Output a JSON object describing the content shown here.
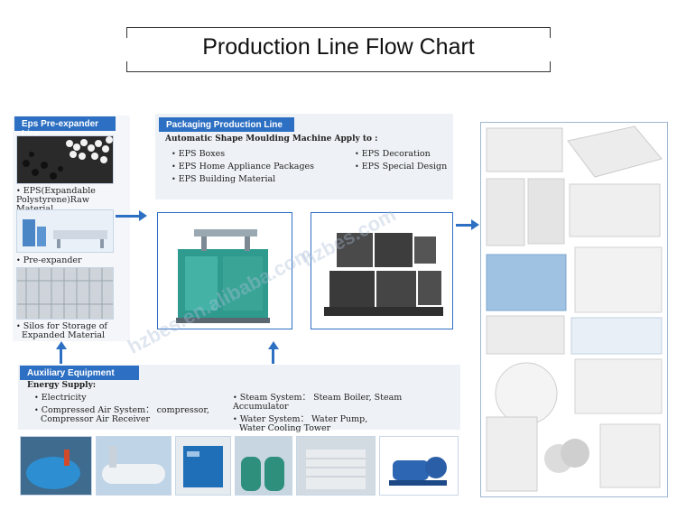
{
  "title": "Production Line Flow Chart",
  "eps_preexpander": {
    "tab_label": "Eps Pre-expander Line",
    "captions": [
      "EPS(Expandable",
      "Polystyrene)Raw Material",
      "Pre-expander",
      "Silos for Storage of",
      "Expanded Material"
    ]
  },
  "packaging": {
    "tab_label": "Packaging Production Line",
    "heading": "Automatic Shape Moulding Machine Apply to :",
    "col1": [
      "EPS Boxes",
      "EPS Home Appliance Packages",
      "EPS Building Material"
    ],
    "col2": [
      "EPS Decoration",
      "EPS Special Design"
    ]
  },
  "auxiliary": {
    "tab_label": "Auxiliary Equipment",
    "heading": "Energy Supply:",
    "col1": [
      "Electricity",
      "Compressed Air System： compressor,",
      "Compressor Air Receiver"
    ],
    "col2": [
      "Steam System： Steam Boiler,   Steam Accumulator",
      "Water System： Water Pump,",
      "Water Cooling Tower"
    ]
  },
  "watermarks": [
    "hzbes.en.alibaba.com",
    "hzbes.com"
  ],
  "colors": {
    "accent": "#2d6fc2",
    "panel": "#eef2f6"
  },
  "icons": [
    "arrow-right-icon",
    "arrow-up-icon"
  ]
}
